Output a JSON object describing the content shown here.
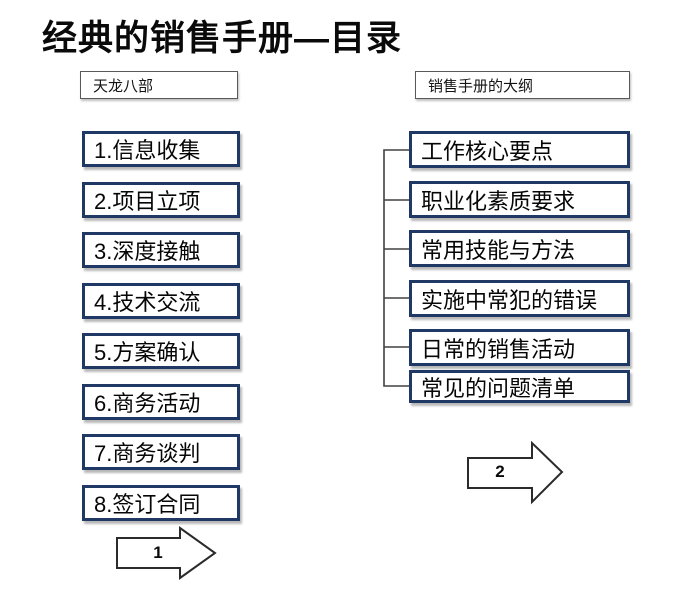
{
  "title": "经典的销售手册—目录",
  "left_panel": {
    "header": "天龙八部",
    "items": [
      "1.信息收集",
      "2.项目立项",
      "3.深度接触",
      "4.技术交流",
      "5.方案确认",
      "6.商务活动",
      "7.商务谈判",
      "8.签订合同"
    ]
  },
  "right_panel": {
    "header": "销售手册的大纲",
    "items": [
      "工作核心要点",
      "职业化素质要求",
      "常用技能与方法",
      "实施中常犯的错误",
      "日常的销售活动",
      "常见的问题清单"
    ]
  },
  "arrows": [
    {
      "label": "1"
    },
    {
      "label": "2"
    }
  ],
  "colors": {
    "background": "#ffffff",
    "box_border": "#1F3864",
    "header_border": "#595959",
    "connector_line": "#404040",
    "arrow_outline": "#2b2b2b",
    "text": "#000000"
  }
}
